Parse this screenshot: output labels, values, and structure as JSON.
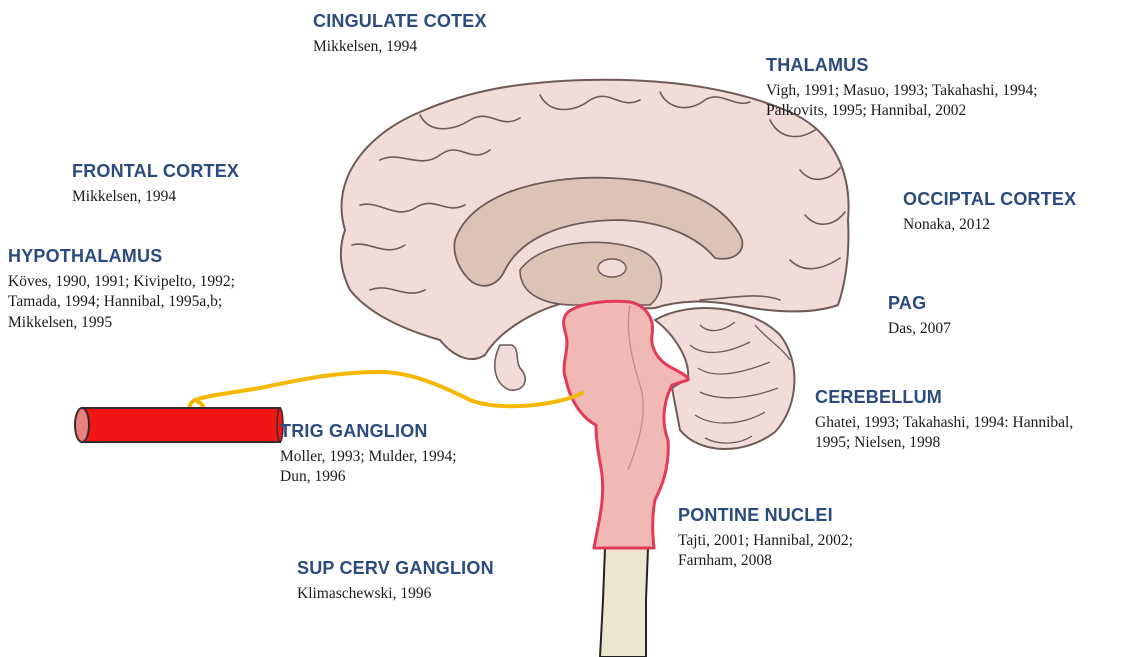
{
  "regions": [
    {
      "key": "cingulate",
      "title": "CINGULATE COTEX",
      "refs": [
        "Mikkelsen, 1994"
      ]
    },
    {
      "key": "thalamus",
      "title": "THALAMUS",
      "refs": [
        "Vigh, 1991; Masuo, 1993; Takahashi, 1994;",
        "Palkovits, 1995; Hannibal, 2002"
      ]
    },
    {
      "key": "frontal",
      "title": "FRONTAL CORTEX",
      "refs": [
        "Mikkelsen, 1994"
      ]
    },
    {
      "key": "occipital",
      "title": "OCCIPTAL CORTEX",
      "refs": [
        "Nonaka, 2012"
      ]
    },
    {
      "key": "hypothalamus",
      "title": "HYPOTHALAMUS",
      "refs": [
        "Köves, 1990, 1991; Kivipelto, 1992;",
        "Tamada, 1994; Hannibal, 1995a,b;",
        "Mikkelsen, 1995"
      ]
    },
    {
      "key": "pag",
      "title": "PAG",
      "refs": [
        "Das, 2007"
      ]
    },
    {
      "key": "cerebellum",
      "title": "CEREBELLUM",
      "refs": [
        "Ghatei, 1993; Takahashi, 1994: Hannibal,",
        "1995; Nielsen, 1998"
      ]
    },
    {
      "key": "trig",
      "title": "TRIG GANGLION",
      "refs": [
        "Moller, 1993; Mulder, 1994;",
        "Dun, 1996"
      ]
    },
    {
      "key": "pontine",
      "title": "PONTINE NUCLEI",
      "refs": [
        "Tajti, 2001; Hannibal, 2002;",
        "Farnham, 2008"
      ]
    },
    {
      "key": "sup",
      "title": "SUP CERV GANGLION",
      "refs": [
        "Klimaschewski, 1996"
      ]
    }
  ],
  "colors": {
    "label_title": "#2b4a7e",
    "brain_fill": "#f2dcd8",
    "brain_outline": "#6e5b57",
    "inner_fill": "#dcc3b5",
    "brainstem_fill": "#f1b9b6",
    "brainstem_outline": "#e23a57",
    "spinal_cord": "#efe5cf",
    "nerve": "#f4b800",
    "vessel": "#f21515",
    "vessel_end": "#e88080"
  }
}
